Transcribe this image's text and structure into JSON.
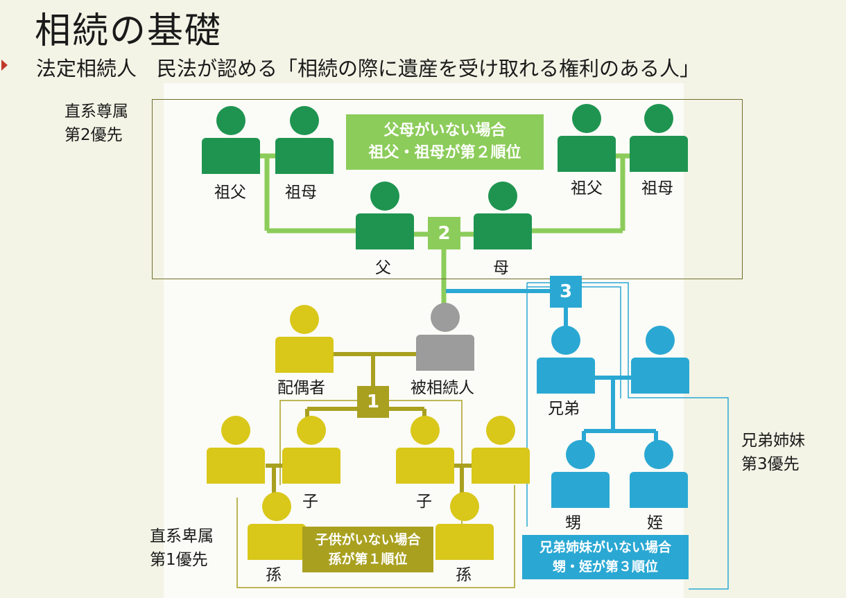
{
  "header": {
    "title": "相続の基礎",
    "subtitle": "法定相続人　民法が認める「相続の際に遺産を受け取れる権利のある人」"
  },
  "groups": {
    "ascendants": {
      "line1": "直系尊属",
      "line2": "第2優先",
      "badge": "2"
    },
    "descendants": {
      "line1": "直系卑属",
      "line2": "第1優先",
      "badge": "1"
    },
    "siblings": {
      "line1": "兄弟姉妹",
      "line2": "第3優先",
      "badge": "3"
    }
  },
  "people": {
    "grandfather_left": "祖父",
    "grandmother_left": "祖母",
    "grandfather_right": "祖父",
    "grandmother_right": "祖母",
    "father": "父",
    "mother": "母",
    "spouse": "配偶者",
    "deceased": "被相続人",
    "child_left": "子",
    "child_right": "子",
    "grandchild_left": "孫",
    "grandchild_right": "孫",
    "brother": "兄弟",
    "nephew": "甥",
    "niece": "姪"
  },
  "notes": {
    "no_parents": {
      "line1": "父母がいない場合",
      "line2": "祖父・祖母が第２順位"
    },
    "no_children": {
      "line1": "子供がいない場合",
      "line2": "孫が第１順位"
    },
    "no_siblings": {
      "line1": "兄弟姉妹がいない場合",
      "line2": "甥・姪が第３順位"
    }
  },
  "colors": {
    "ascendants": "#1e9450",
    "ascendant_lines": "#8ccc5a",
    "descendants": "#d9c71a",
    "descendant_lines": "#a9a020",
    "siblings": "#2aa8d3",
    "deceased": "#9c9c9c",
    "bullet": "#c0392b"
  },
  "icons": {
    "person": "person-icon",
    "bullet": "triangle-bullet-icon"
  }
}
